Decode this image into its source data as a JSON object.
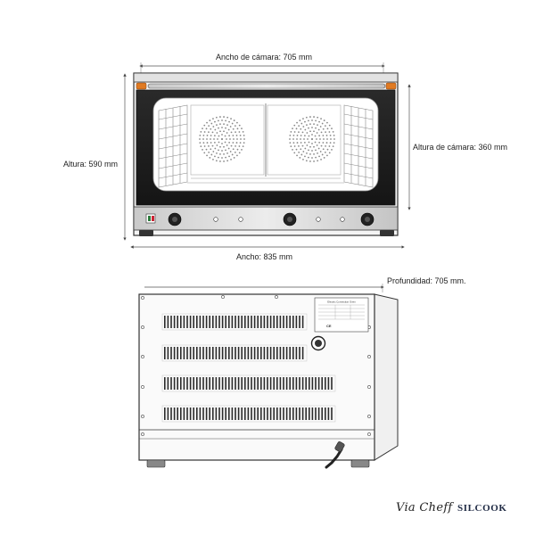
{
  "dimensions": {
    "chamber_width": "Ancho de cámara: 705 mm",
    "height": "Altura: 590 mm",
    "chamber_height": "Altura de cámara: 360 mm",
    "width": "Ancho: 835 mm",
    "depth": "Profundidad: 705 mm."
  },
  "plate": {
    "title": "Electric Convection Oven",
    "mark": "CE"
  },
  "brands": {
    "primary": "Via Cheff",
    "secondary": "SILCOOK"
  },
  "colors": {
    "accent_orange": "#e07a22",
    "glass": "#1e1e1e",
    "steel": "#d6d6d6",
    "line": "#333333"
  }
}
